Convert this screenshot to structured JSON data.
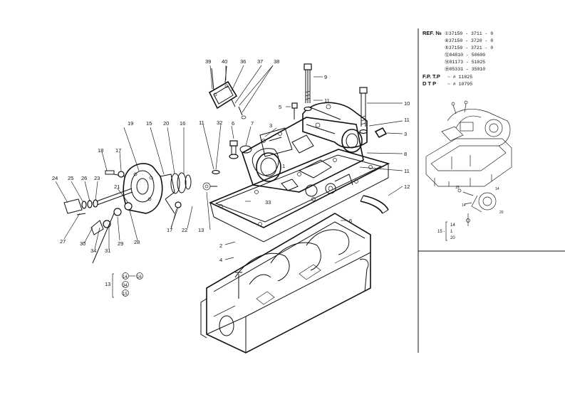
{
  "ref_panel": {
    "ref_heading": "REF. №",
    "ref_numbers": [
      "①37150 - 3711 - 0",
      "④37150 - 3720 - 0",
      "⑤37150 - 3721 - 0",
      "⑫04810 - 50600",
      "⑭01173 - 51025",
      "㉟05331 - 35010"
    ],
    "fp_tp_label": "F.P.  T.P",
    "fp_tp_value": "~ # 11825",
    "dtp_label": "D T P",
    "dtp_value": "~ # 10795",
    "inset_group_numbers": [
      "14",
      "1",
      "20"
    ],
    "inset_group_ref": "15 -"
  },
  "callouts": [
    "39",
    "40",
    "36",
    "37",
    "38",
    "9",
    "11",
    "10",
    "5",
    "6",
    "7",
    "3",
    "11",
    "3",
    "8",
    "11",
    "12",
    "32",
    "11",
    "19",
    "15",
    "20",
    "16",
    "18",
    "17",
    "24",
    "25",
    "26",
    "23",
    "33",
    "1",
    "2",
    "4",
    "6",
    "22",
    "13",
    "21",
    "27",
    "30",
    "31",
    "29",
    "28",
    "17",
    "34"
  ],
  "group_legend": {
    "main": "13",
    "items": [
      "14",
      "34",
      "15"
    ],
    "extra": "16"
  }
}
